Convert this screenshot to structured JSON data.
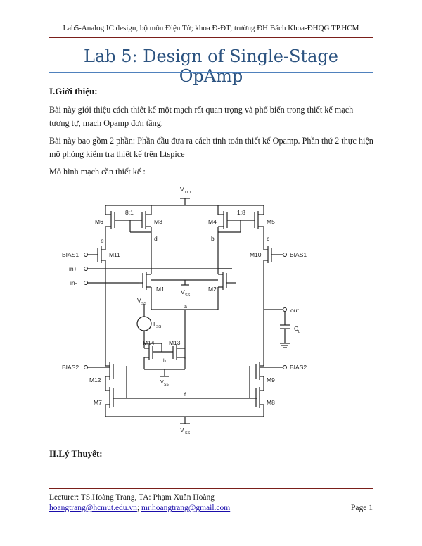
{
  "header": {
    "text": "Lab5-Analog IC design, bộ môn Điện Tử; khoa Đ-ĐT; trường ĐH Bách Khoa-ĐHQG TP.HCM"
  },
  "title": "Lab 5: Design of Single-Stage OpAmp",
  "section1": {
    "heading": "I.Giới thiệu:",
    "para1": "Bài này giới thiệu cách thiết kế một mạch rất quan trọng và phổ biến trong thiết kế mạch tương tự, mạch Opamp đơn tầng.",
    "para2": "Bài này bao gồm 2 phần: Phần đầu đưa ra cách tính toán thiết kế Opamp. Phần thứ 2 thực hiện mô phỏng kiểm tra thiết kế trên Ltspice",
    "para3": "Mô hình mạch cần thiết kế :"
  },
  "section2": {
    "heading": "II.Lý Thuyết:"
  },
  "circuit": {
    "vdd": "V",
    "vdd_sub": "DD",
    "vss": "V",
    "vss_sub": "SS",
    "m6": "M6",
    "m3": "M3",
    "m4": "M4",
    "m5": "M5",
    "ratio_left": "8:1",
    "ratio_right": "1:8",
    "node_e": "e",
    "node_d": "d",
    "node_b": "b",
    "node_c": "c",
    "bias1_left": "BIAS1",
    "bias1_right": "BIAS1",
    "m11": "M11",
    "m10": "M10",
    "in_plus": "in+",
    "in_minus": "in-",
    "node_a": "a",
    "m1": "M1",
    "m2": "M2",
    "out": "out",
    "cl": "C",
    "cl_sub": "L",
    "iss": "I",
    "iss_sub": "SS",
    "m14": "M14",
    "m13": "M13",
    "node_h": "h",
    "bias2_left": "BIAS2",
    "bias2_right": "BIAS2",
    "m12": "M12",
    "m9": "M9",
    "m7": "M7",
    "m8": "M8",
    "node_f": "f"
  },
  "footer": {
    "lecturer": "Lecturer: TS.Hoàng Trang, TA: Phạm Xuân Hoàng",
    "email1": "hoangtrang@hcmut.edu.vn",
    "sep": ";",
    "email2": "mr.hoangtrang@gmail.com",
    "page": "Page 1"
  }
}
